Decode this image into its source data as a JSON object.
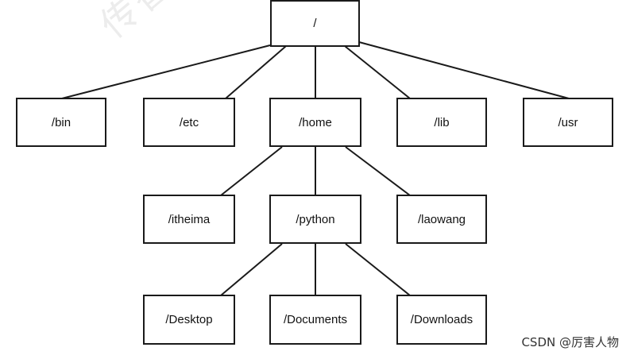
{
  "watermark": {
    "text": "传智播客"
  },
  "tree": {
    "root": {
      "label": "/"
    },
    "level1": [
      {
        "label": "/bin"
      },
      {
        "label": "/etc"
      },
      {
        "label": "/home"
      },
      {
        "label": "/lib"
      },
      {
        "label": "/usr"
      }
    ],
    "home_children": [
      {
        "label": "/itheima"
      },
      {
        "label": "/python"
      },
      {
        "label": "/laowang"
      }
    ],
    "python_children": [
      {
        "label": "/Desktop"
      },
      {
        "label": "/Documents"
      },
      {
        "label": "/Downloads"
      }
    ]
  },
  "credit": {
    "text": "CSDN @厉害人物"
  }
}
